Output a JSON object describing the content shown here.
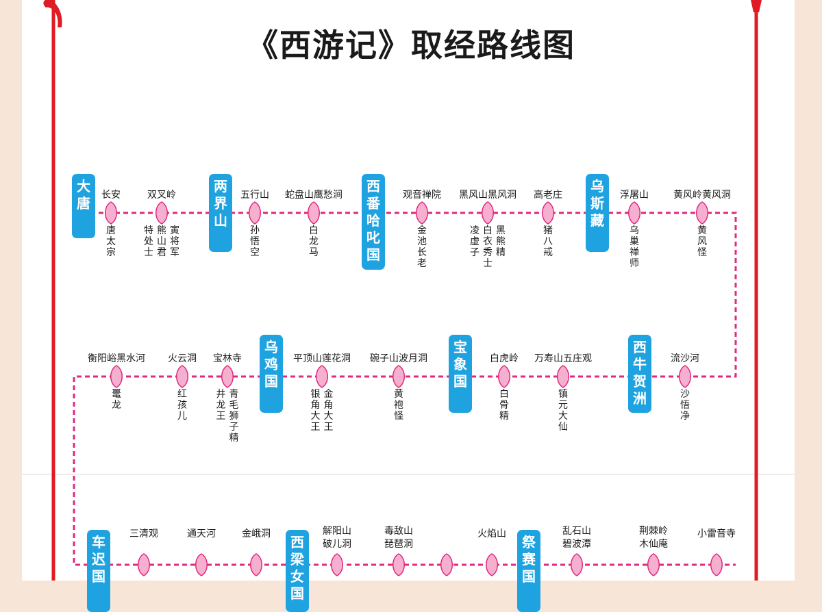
{
  "title": "《西游记》取经路线图",
  "colors": {
    "frame": "#e01b23",
    "route": "#e0287e",
    "node_fill": "#f6b0cf",
    "nation": "#1fa3e0"
  },
  "rows": [
    {
      "nations": [
        {
          "id": "n1",
          "name": "大唐"
        },
        {
          "id": "n2",
          "name": "两界山"
        },
        {
          "id": "n3",
          "name": "西番哈叱国"
        },
        {
          "id": "n4",
          "name": "乌斯藏"
        }
      ],
      "stops": [
        {
          "name": "长安",
          "people": [
            "唐太宗"
          ]
        },
        {
          "name": "双叉岭",
          "people": [
            "寅将军",
            "熊山君",
            "特处士"
          ]
        },
        {
          "name": "五行山",
          "people": [
            "孙悟空"
          ]
        },
        {
          "name": "蛇盘山鹰愁涧",
          "people": [
            "白龙马"
          ]
        },
        {
          "name": "观音禅院",
          "people": [
            "金池长老"
          ]
        },
        {
          "name": "黑风山黑风洞",
          "people": [
            "黑熊精",
            "白衣秀士",
            "凌虚子"
          ]
        },
        {
          "name": "高老庄",
          "people": [
            "猪八戒"
          ]
        },
        {
          "name": "浮屠山",
          "people": [
            "乌巢禅师"
          ]
        },
        {
          "name": "黄风岭黄风洞",
          "people": [
            "黄风怪"
          ]
        }
      ]
    },
    {
      "nations": [
        {
          "id": "n5",
          "name": "乌鸡国"
        },
        {
          "id": "n6",
          "name": "宝象国"
        },
        {
          "id": "n7",
          "name": "西牛贺洲"
        }
      ],
      "stops": [
        {
          "name": "衡阳峪黑水河",
          "people": [
            "鼍龙"
          ]
        },
        {
          "name": "火云洞",
          "people": [
            "红孩儿"
          ]
        },
        {
          "name": "宝林寺",
          "people": [
            "青毛狮子精",
            "井龙王"
          ]
        },
        {
          "name": "平顶山莲花洞",
          "people": [
            "金角大王",
            "银角大王"
          ]
        },
        {
          "name": "碗子山波月洞",
          "people": [
            "黄袍怪"
          ]
        },
        {
          "name": "白虎岭",
          "people": [
            "白骨精"
          ]
        },
        {
          "name": "万寿山五庄观",
          "people": [
            "镇元大仙"
          ]
        },
        {
          "name": "流沙河",
          "people": [
            "沙悟净"
          ]
        }
      ]
    },
    {
      "nations": [
        {
          "id": "n8",
          "name": "车迟国"
        },
        {
          "id": "n9",
          "name": "西梁女国"
        },
        {
          "id": "n10",
          "name": "祭赛国"
        }
      ],
      "stops": [
        {
          "name": "三清观",
          "people": []
        },
        {
          "name": "通天河",
          "people": []
        },
        {
          "name": "金峨洞",
          "people": []
        },
        {
          "name": "解阳山 破儿洞",
          "people": []
        },
        {
          "name": "毒敌山 琵琶洞",
          "people": []
        },
        {
          "name": "",
          "people": []
        },
        {
          "name": "火焰山",
          "people": []
        },
        {
          "name": "乱石山 碧波潭",
          "people": []
        },
        {
          "name": "荆棘岭 木仙庵",
          "people": []
        },
        {
          "name": "小雷音寺",
          "people": []
        }
      ]
    }
  ]
}
